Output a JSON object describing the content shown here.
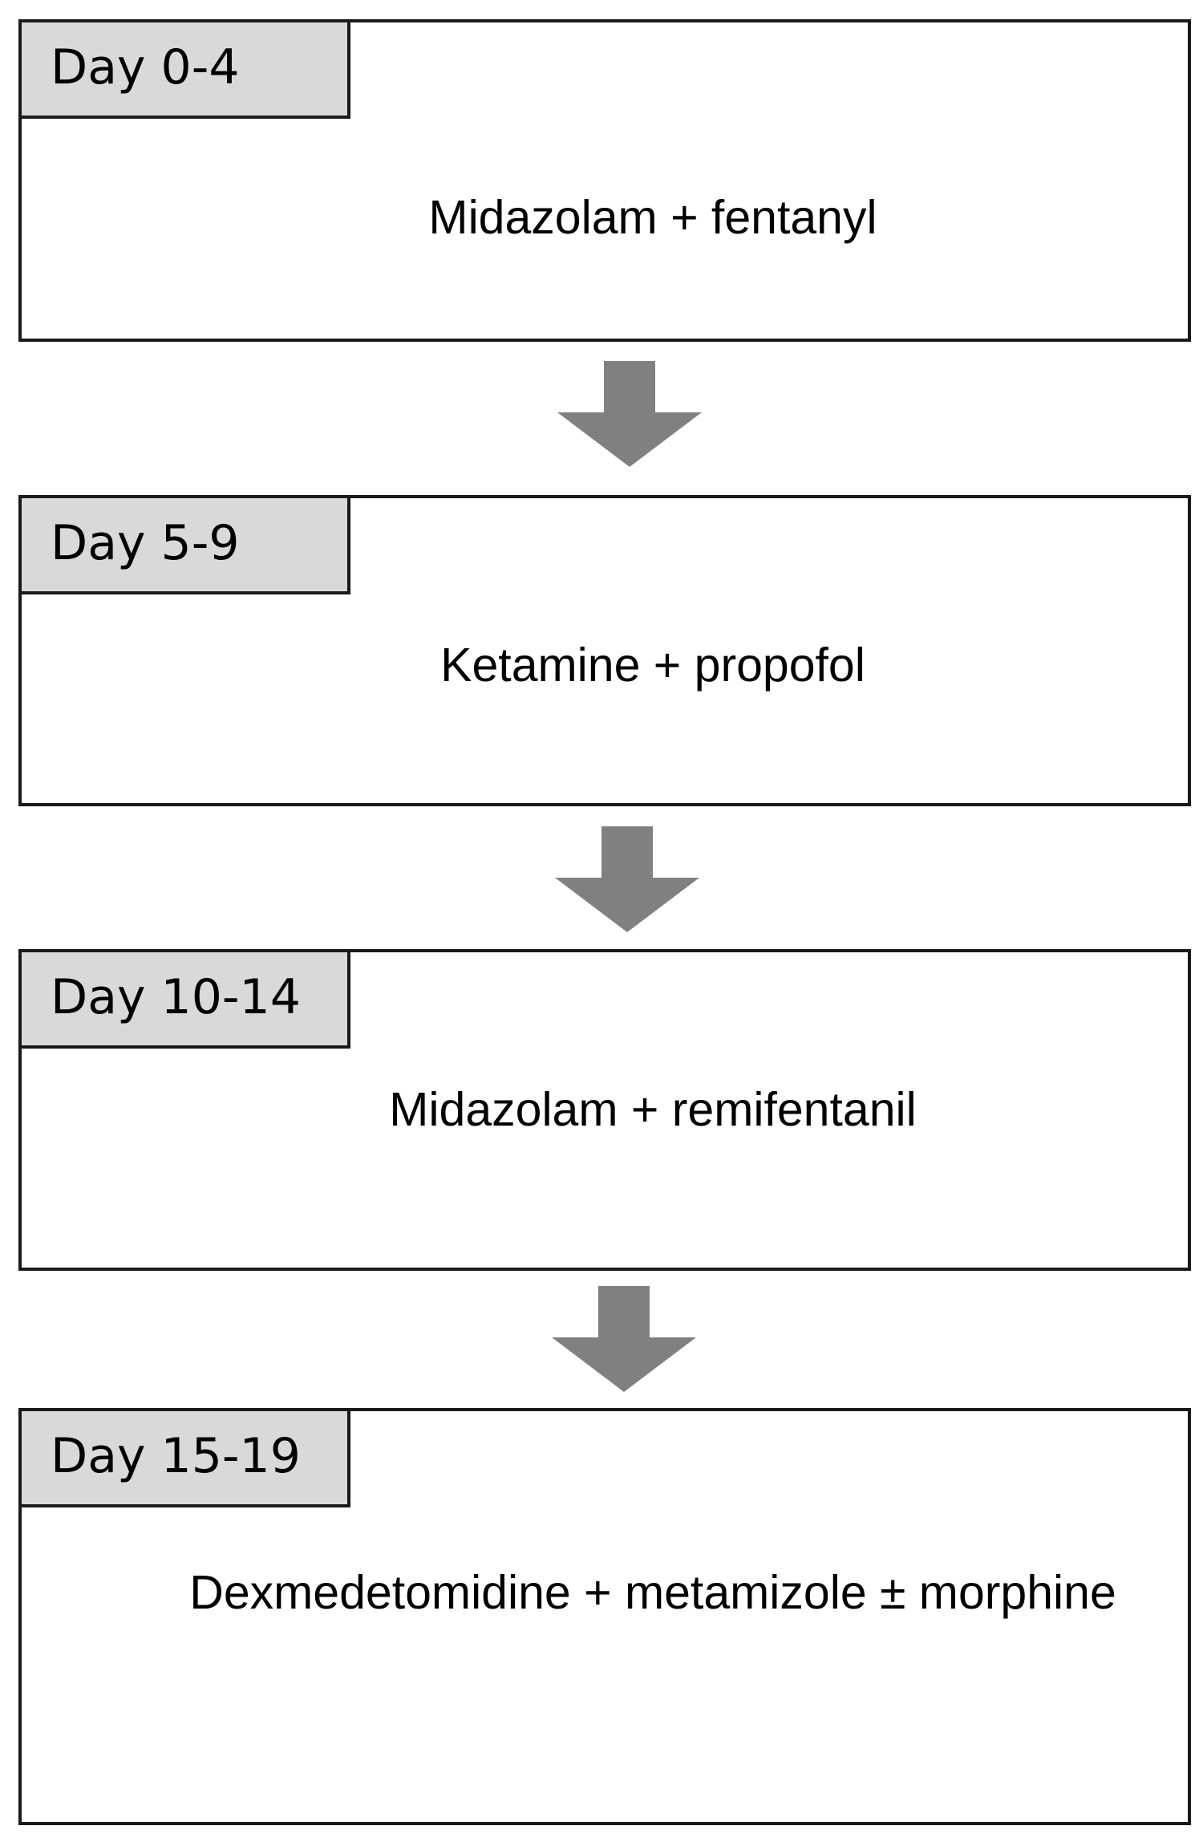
{
  "steps": [
    {
      "label": "Day 0-4",
      "text": "Midazolam + fentanyl"
    },
    {
      "label": "Day 5-9",
      "text": "Ketamine + propofol"
    },
    {
      "label": "Day 10-14",
      "text": "Midazolam + remifentanil"
    },
    {
      "label": "Day 15-19",
      "text": "Dexmedetomidine + metamizole ± morphine"
    }
  ],
  "colors": {
    "label_fill": "#d9d9d9",
    "arrow_fill": "#808080",
    "border": "#1a1a1a"
  }
}
